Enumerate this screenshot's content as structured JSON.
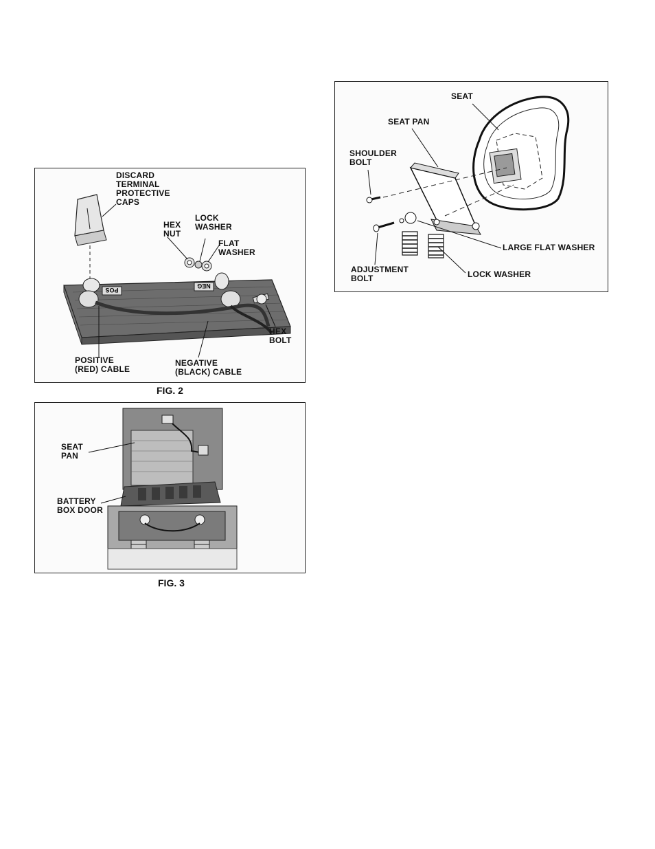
{
  "fig2": {
    "caption": "FIG. 2",
    "labels": {
      "discard": "DISCARD\nTERMINAL\nPROTECTIVE\nCAPS",
      "lock_washer": "LOCK\nWASHER",
      "hex_nut": "HEX\nNUT",
      "flat_washer": "FLAT\nWASHER",
      "hex_bolt": "HEX\nBOLT",
      "positive_cable": "POSITIVE\n(RED) CABLE",
      "negative_cable": "NEGATIVE\n(BLACK) CABLE",
      "pos_mark": "POS",
      "neg_mark": "NEG"
    }
  },
  "fig3": {
    "caption": "FIG. 3",
    "labels": {
      "seat_pan": "SEAT\nPAN",
      "battery_box_door": "BATTERY\nBOX DOOR"
    }
  },
  "fig_seat": {
    "labels": {
      "seat": "SEAT",
      "seat_pan": "SEAT PAN",
      "shoulder_bolt": "SHOULDER\nBOLT",
      "large_flat_washer": "LARGE FLAT WASHER",
      "adjustment_bolt": "ADJUSTMENT\nBOLT",
      "lock_washer": "LOCK WASHER"
    }
  }
}
